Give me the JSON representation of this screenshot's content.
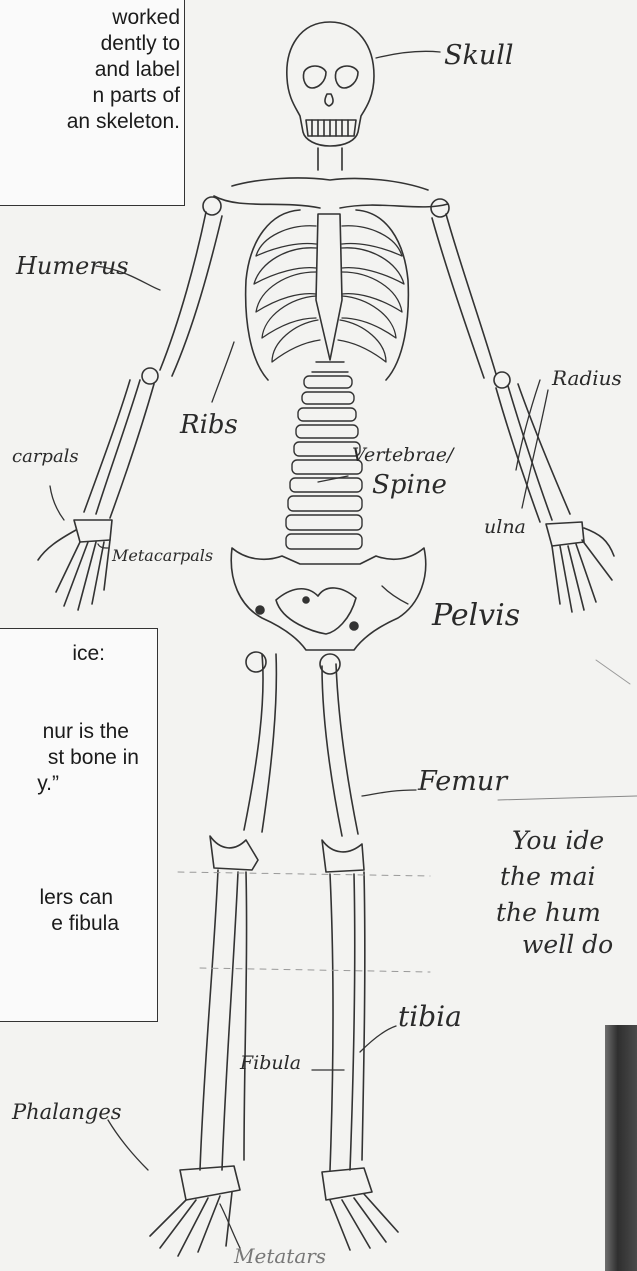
{
  "intro_box": {
    "lines": [
      "worked",
      "dently to",
      "and label",
      "n parts of",
      "an skeleton."
    ]
  },
  "notice_box": {
    "lines": [
      "ice:",
      "nur is the",
      "st bone in",
      "y.”",
      "lers can",
      "e fibula"
    ]
  },
  "labels": {
    "skull": "Skull",
    "humerus": "Humerus",
    "radius": "Radius",
    "ribs": "Ribs",
    "carpals": "carpals",
    "vertebrae": "Vertebrae/",
    "spine": "Spine",
    "ulna": "ulna",
    "metacarpals": "Metacarpals",
    "pelvis": "Pelvis",
    "femur": "Femur",
    "tibia": "tibia",
    "fibula": "Fibula",
    "phalanges": "Phalanges",
    "metatarsals": "Metatars"
  },
  "teacher_comment": {
    "lines": [
      "You ide",
      "the mai",
      "the hum",
      "well do"
    ]
  }
}
